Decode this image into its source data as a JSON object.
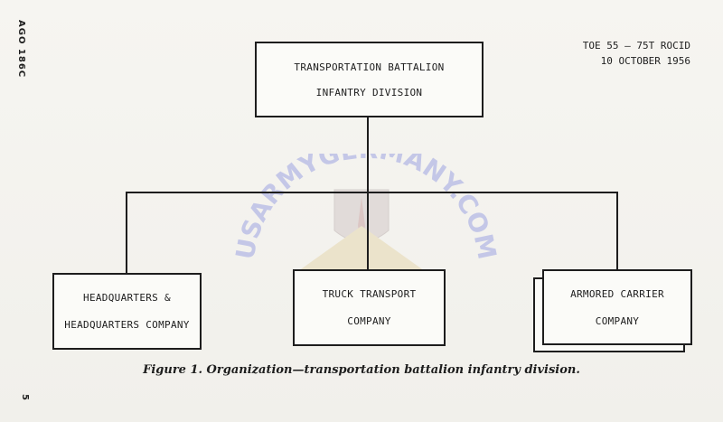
{
  "side_label": "AGO 186C",
  "page_number": "5",
  "toe": {
    "line1": "TOE 55 – 75T ROCID",
    "line2": "10 OCTOBER 1956"
  },
  "top_box": {
    "line1": "TRANSPORTATION BATTALION",
    "line2": "INFANTRY DIVISION"
  },
  "boxes": {
    "hq": {
      "line1": "HEADQUARTERS &",
      "line2": "HEADQUARTERS COMPANY"
    },
    "truck": {
      "line1": "TRUCK TRANSPORT",
      "line2": "COMPANY"
    },
    "armored": {
      "line1": "ARMORED CARRIER",
      "line2": "COMPANY"
    }
  },
  "caption": "Figure 1.  Organization—transportation battalion infantry division.",
  "watermark": {
    "text": "USARMYGERMANY.COM",
    "color": "#b9bde6"
  }
}
